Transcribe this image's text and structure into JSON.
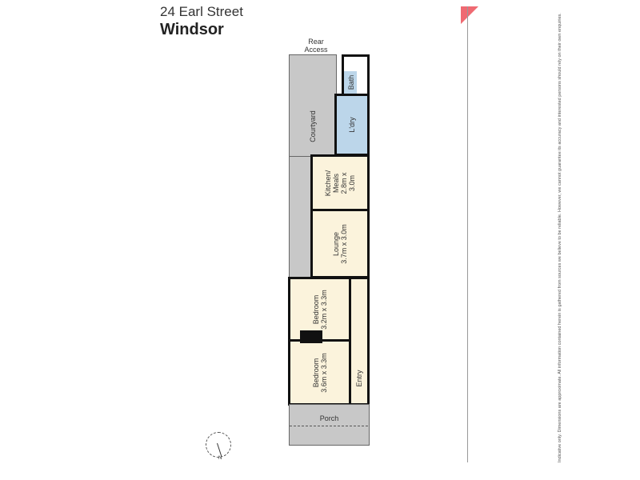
{
  "header": {
    "street": "24 Earl Street",
    "suburb": "Windsor"
  },
  "labels": {
    "rear_access": "Rear\nAccess",
    "compass_north": "N"
  },
  "rooms": [
    {
      "name": "Courtyard"
    },
    {
      "name": "Bath"
    },
    {
      "name": "L'dry"
    },
    {
      "name": "Kitchen/\nMeals",
      "dims": "2.8m x 3.0m"
    },
    {
      "name": "Lounge",
      "dims": "3.7m x 3.0m"
    },
    {
      "name": "Bedroom",
      "dims": "3.2m x 3.3m"
    },
    {
      "name": "Bedroom",
      "dims": "3.6m x 3.3m"
    },
    {
      "name": "Entry"
    },
    {
      "name": "Porch"
    }
  ],
  "disclaimer": "Indicative only. Dimensions are approximate. All information contained herein is gathered from sources we believe to be reliable. However, we cannot guarantee its accuracy and interested persons should rely on their own enquiries.",
  "colors": {
    "accent": "#ef6a72",
    "wet": "#bcd6ea",
    "living": "#fbf3dc",
    "outdoor": "#c8c8c8"
  }
}
